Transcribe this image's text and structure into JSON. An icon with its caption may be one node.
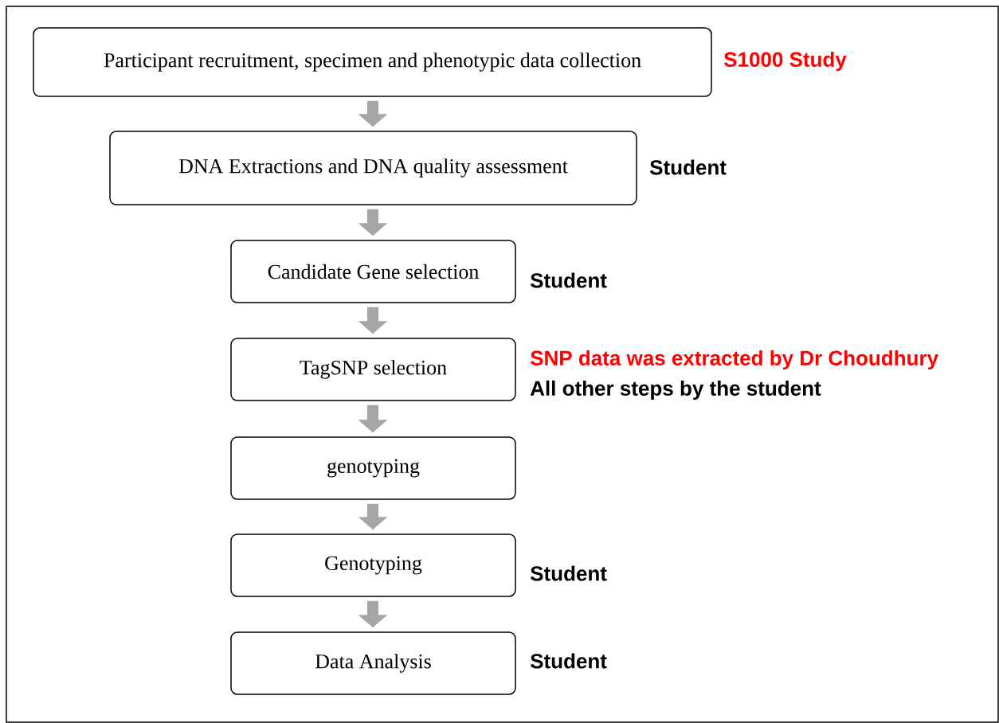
{
  "diagram": {
    "nodes": [
      {
        "text": [
          "Participant recruitment, specimen and phenotypic data collection"
        ],
        "beside": [
          "S1000 Study"
        ]
      },
      {
        "text": [
          "DNA Extractions and DNA quality assessment"
        ],
        "beside": [
          "Student"
        ]
      },
      {
        "text": [
          "Candidate Gene selection"
        ],
        "beside": [
          "Student"
        ]
      },
      {
        "text": [
          "TagSNP selection"
        ],
        "beside": [
          "SNP data was extracted by Dr Choudhury",
          "All other steps by the student"
        ]
      },
      {
        "text": [
          "genotyping"
        ]
      },
      {
        "text": [
          "Genotyping"
        ],
        "beside": [
          "Student"
        ]
      },
      {
        "text": [
          "Data Analysis"
        ],
        "beside": [
          "Student"
        ]
      }
    ],
    "edges": [
      {
        "from": 0,
        "to": 1,
        "arrow": "to"
      },
      {
        "from": 1,
        "to": 2,
        "arrow": "to"
      },
      {
        "from": 2,
        "to": 3,
        "arrow": "to"
      },
      {
        "from": 3,
        "to": 4,
        "arrow": "to"
      },
      {
        "from": 4,
        "to": 5,
        "arrow": "to"
      },
      {
        "from": 5,
        "to": 6,
        "arrow": "to"
      }
    ]
  }
}
